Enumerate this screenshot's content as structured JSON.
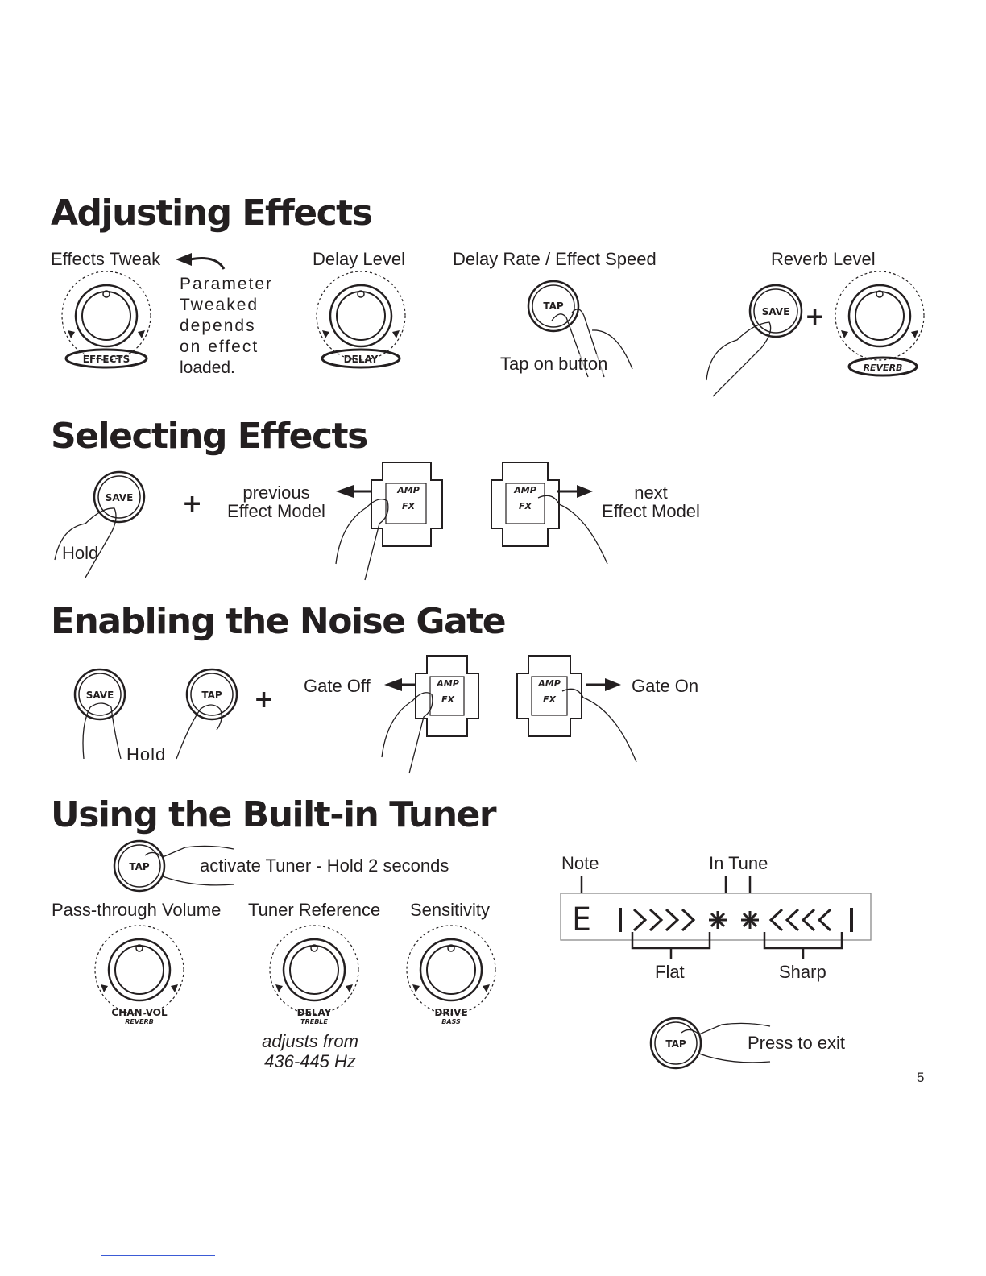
{
  "sections": {
    "adjusting": {
      "title": "Adjusting Effects",
      "effects_tweak": "Effects Tweak",
      "parameter_note": [
        "Parameter",
        "Tweaked",
        "depends",
        "on effect",
        "loaded."
      ],
      "delay_level": "Delay Level",
      "delay_rate": "Delay Rate / Effect Speed",
      "tap_on_button": "Tap on button",
      "reverb_level": "Reverb Level",
      "knob_effects": "EFFECTS",
      "knob_delay": "DELAY",
      "knob_reverb": "REVERB",
      "plus": "+"
    },
    "selecting": {
      "title": "Selecting Effects",
      "previous": [
        "previous",
        "Effect Model"
      ],
      "next": [
        "next",
        "Effect Model"
      ],
      "hold": "Hold",
      "plus": "+"
    },
    "noise_gate": {
      "title": "Enabling the Noise Gate",
      "gate_off": "Gate Off",
      "gate_on": "Gate On",
      "hold": "Hold",
      "plus": "+"
    },
    "tuner": {
      "title": "Using the Built-in Tuner",
      "activate": "activate Tuner - Hold 2 seconds",
      "pass_through": "Pass-through Volume",
      "tuner_reference": "Tuner Reference",
      "sensitivity": "Sensitivity",
      "adjusts_from": [
        "adjusts from",
        "436-445 Hz"
      ],
      "knob_chan_vol": [
        "CHAN VOL",
        "REVERB"
      ],
      "knob_delay": [
        "DELAY",
        "TREBLE"
      ],
      "knob_drive": [
        "DRIVE",
        "BASS"
      ],
      "note": "Note",
      "in_tune": "In Tune",
      "flat": "Flat",
      "sharp": "Sharp",
      "press_to_exit": "Press to exit",
      "display_note": "E"
    }
  },
  "buttons": {
    "save": "SAVE",
    "tap": "TAP"
  },
  "pad": {
    "amp": "AMP",
    "fx": "FX"
  },
  "page_number": "5"
}
